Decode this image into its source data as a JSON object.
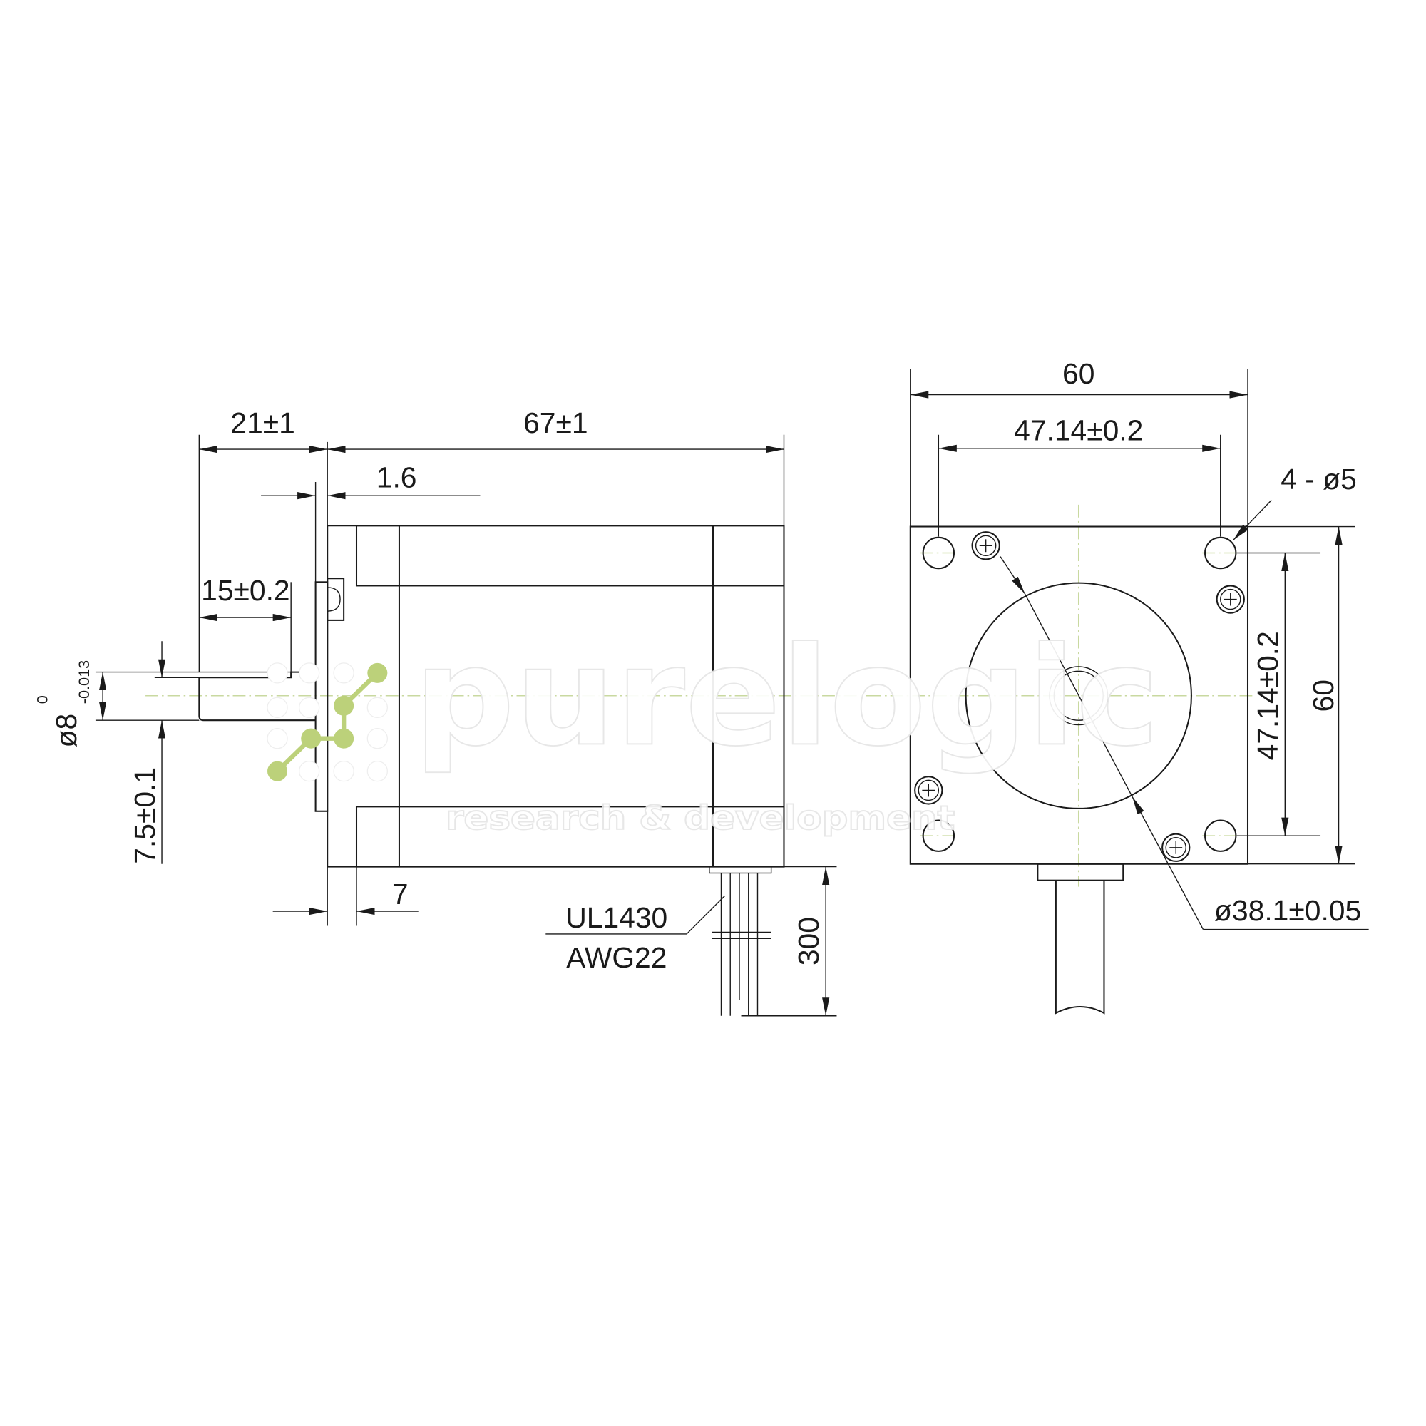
{
  "drawing": {
    "side_view": {
      "shaft_length": "21±1",
      "body_length": "67±1",
      "flange_thickness": "1.6",
      "flat_length": "15±0.2",
      "shaft_diameter": "ø8",
      "shaft_tol_upper": "0",
      "shaft_tol_lower": "-0.013",
      "flat_depth": "7.5±0.1",
      "boss_offset": "7",
      "wire_type": "UL1430",
      "wire_gauge": "AWG22",
      "lead_length": "300"
    },
    "front_view": {
      "width": "60",
      "hole_spacing_h": "47.14±0.2",
      "holes": "4 - ø5",
      "hole_spacing_v": "47.14±0.2",
      "height": "60",
      "pilot_diameter": "ø38.1±0.05"
    }
  },
  "watermark": {
    "brand": "purelogic",
    "tagline": "research & development",
    "accent_color": "#bcd17a"
  },
  "colors": {
    "line": "#1a1a1a",
    "centerline": "#c9d9a0"
  }
}
